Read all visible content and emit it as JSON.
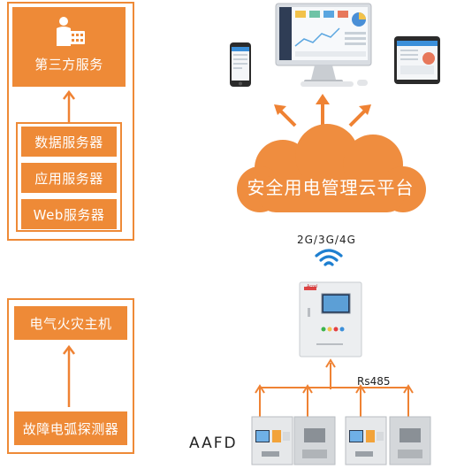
{
  "left_top": {
    "service_label": "第三方服务",
    "servers": [
      "数据服务器",
      "应用服务器",
      "Web服务器"
    ]
  },
  "left_bottom": {
    "host_label": "电气火灾主机",
    "detector_label": "故障电弧探测器"
  },
  "cloud": {
    "label": "安全用电管理云平台"
  },
  "network_label": "2G/3G/4G",
  "bus_label": "Rs485",
  "device_label": "AAFD",
  "host_brand": "Acrel",
  "colors": {
    "accent": "#ee8a37",
    "arrow": "#ef8233"
  }
}
